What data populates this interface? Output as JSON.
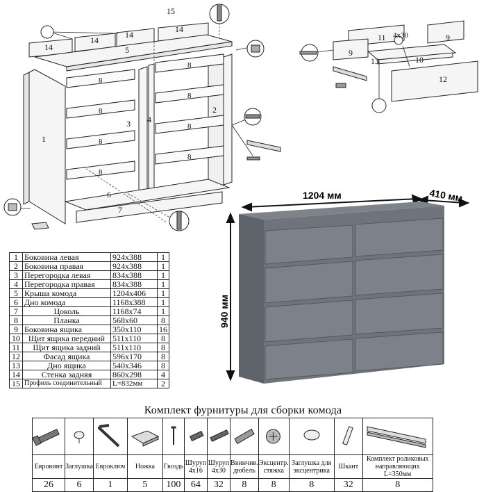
{
  "assembly_numbers": {
    "n1": "1",
    "n2": "2",
    "n3": "3",
    "n4": "4",
    "n5": "5",
    "n6": "6",
    "n7": "7",
    "n8": "8",
    "n14a": "14",
    "n14b": "14",
    "n14c": "14",
    "n14d": "14",
    "n15": "15"
  },
  "drawer_numbers": {
    "n9a": "9",
    "n9b": "9",
    "n10": "10",
    "n11": "11",
    "n12": "12",
    "n13": "13",
    "n4x30": "4x30"
  },
  "dimensions": {
    "width": "1204 мм",
    "depth": "410 мм",
    "height": "940 мм"
  },
  "parts": [
    {
      "num": "1",
      "name": "Боковина левая",
      "size": "924x388",
      "qty": "1"
    },
    {
      "num": "2",
      "name": "Боковина правая",
      "size": "924x388",
      "qty": "1"
    },
    {
      "num": "3",
      "name": "Перегородка левая",
      "size": "834x388",
      "qty": "1"
    },
    {
      "num": "4",
      "name": "Перегородка правая",
      "size": "834x388",
      "qty": "1"
    },
    {
      "num": "5",
      "name": "Крыша комода",
      "size": "1204x406",
      "qty": "1"
    },
    {
      "num": "6",
      "name": "Дно комода",
      "size": "1168x388",
      "qty": "1"
    },
    {
      "num": "7",
      "name": "Цоколь",
      "size": "1168x74",
      "qty": "1"
    },
    {
      "num": "8",
      "name": "Планка",
      "size": "568x60",
      "qty": "8"
    },
    {
      "num": "9",
      "name": "Боковина ящика",
      "size": "350x110",
      "qty": "16"
    },
    {
      "num": "10",
      "name": "Щит ящика передний",
      "size": "511x110",
      "qty": "8"
    },
    {
      "num": "11",
      "name": "Щит ящика задний",
      "size": "511x110",
      "qty": "8"
    },
    {
      "num": "12",
      "name": "Фасад ящика",
      "size": "596x170",
      "qty": "8"
    },
    {
      "num": "13",
      "name": "Дно ящика",
      "size": "540x346",
      "qty": "8"
    },
    {
      "num": "14",
      "name": "Стенка задняя",
      "size": "860x298",
      "qty": "4"
    },
    {
      "num": "15",
      "name": "Профиль соединительный",
      "size": "L=832мм",
      "qty": "2"
    }
  ],
  "hardware": {
    "title": "Комплект фурнитуры для сборки комода",
    "items": [
      {
        "label": "Евровинт",
        "count": "26",
        "icon": "euro-screw-icon"
      },
      {
        "label": "Заглушка",
        "count": "6",
        "icon": "cap-icon"
      },
      {
        "label": "Евроключ",
        "count": "1",
        "icon": "hex-key-icon"
      },
      {
        "label": "Ножка",
        "count": "5",
        "icon": "foot-icon"
      },
      {
        "label": "Гвоздь",
        "count": "100",
        "icon": "nail-icon"
      },
      {
        "label": "Шуруп 4x16",
        "count": "64",
        "icon": "screw-short-icon"
      },
      {
        "label": "Шуруп 4x30",
        "count": "32",
        "icon": "screw-long-icon"
      },
      {
        "label": "Ввинчив. дюбель",
        "count": "8",
        "icon": "dowel-icon"
      },
      {
        "label": "Эксцентр. стяжка",
        "count": "8",
        "icon": "cam-lock-icon"
      },
      {
        "label": "Заглушка для эксцентрика",
        "count": "8",
        "icon": "cam-cap-icon"
      },
      {
        "label": "Шкант",
        "count": "32",
        "icon": "wood-dowel-icon"
      },
      {
        "label": "Комплект роликовых направляющих L=350мм",
        "count": "8",
        "icon": "drawer-slide-icon"
      }
    ]
  },
  "colors": {
    "dresser_body": "#6f747c",
    "dresser_front": "#7b8088",
    "dresser_dark": "#5e636a",
    "panel": "#f4f4f4"
  }
}
